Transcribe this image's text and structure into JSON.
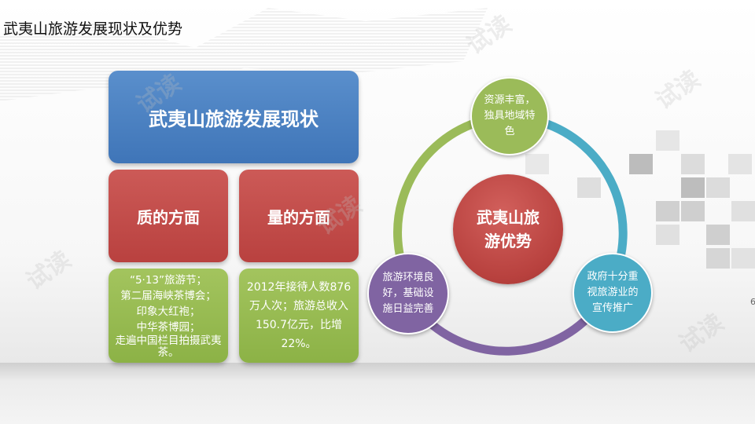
{
  "slide_title": "武夷山旅游发展现状及优势",
  "left": {
    "header": "武夷山旅游发展现状",
    "quality": {
      "label": "质的方面",
      "lines": [
        "“5·13”旅游节；",
        "第二届海峡茶博会；",
        "印象大红袍；",
        "中华茶博园；",
        "走遍中国栏目拍摄武夷茶。"
      ]
    },
    "quantity": {
      "label": "量的方面",
      "lines": [
        "2012年接待人数876",
        "万人次；旅游总收入",
        "150.7亿元，比增22%。"
      ]
    }
  },
  "cycle": {
    "center": [
      "武夷山旅",
      "游优势"
    ],
    "top": [
      "资源丰富，",
      "独具地域特",
      "色"
    ],
    "right": [
      "政府十分重",
      "视旅游业的",
      "宣传推广"
    ],
    "left": [
      "旅游环境良",
      "好，基础设",
      "施日益完善"
    ],
    "colors": {
      "green": "#9bbb59",
      "blue": "#4bacc6",
      "purple": "#8064a2",
      "red": "#c0504d"
    }
  },
  "page_number": "6",
  "watermark": "试读"
}
